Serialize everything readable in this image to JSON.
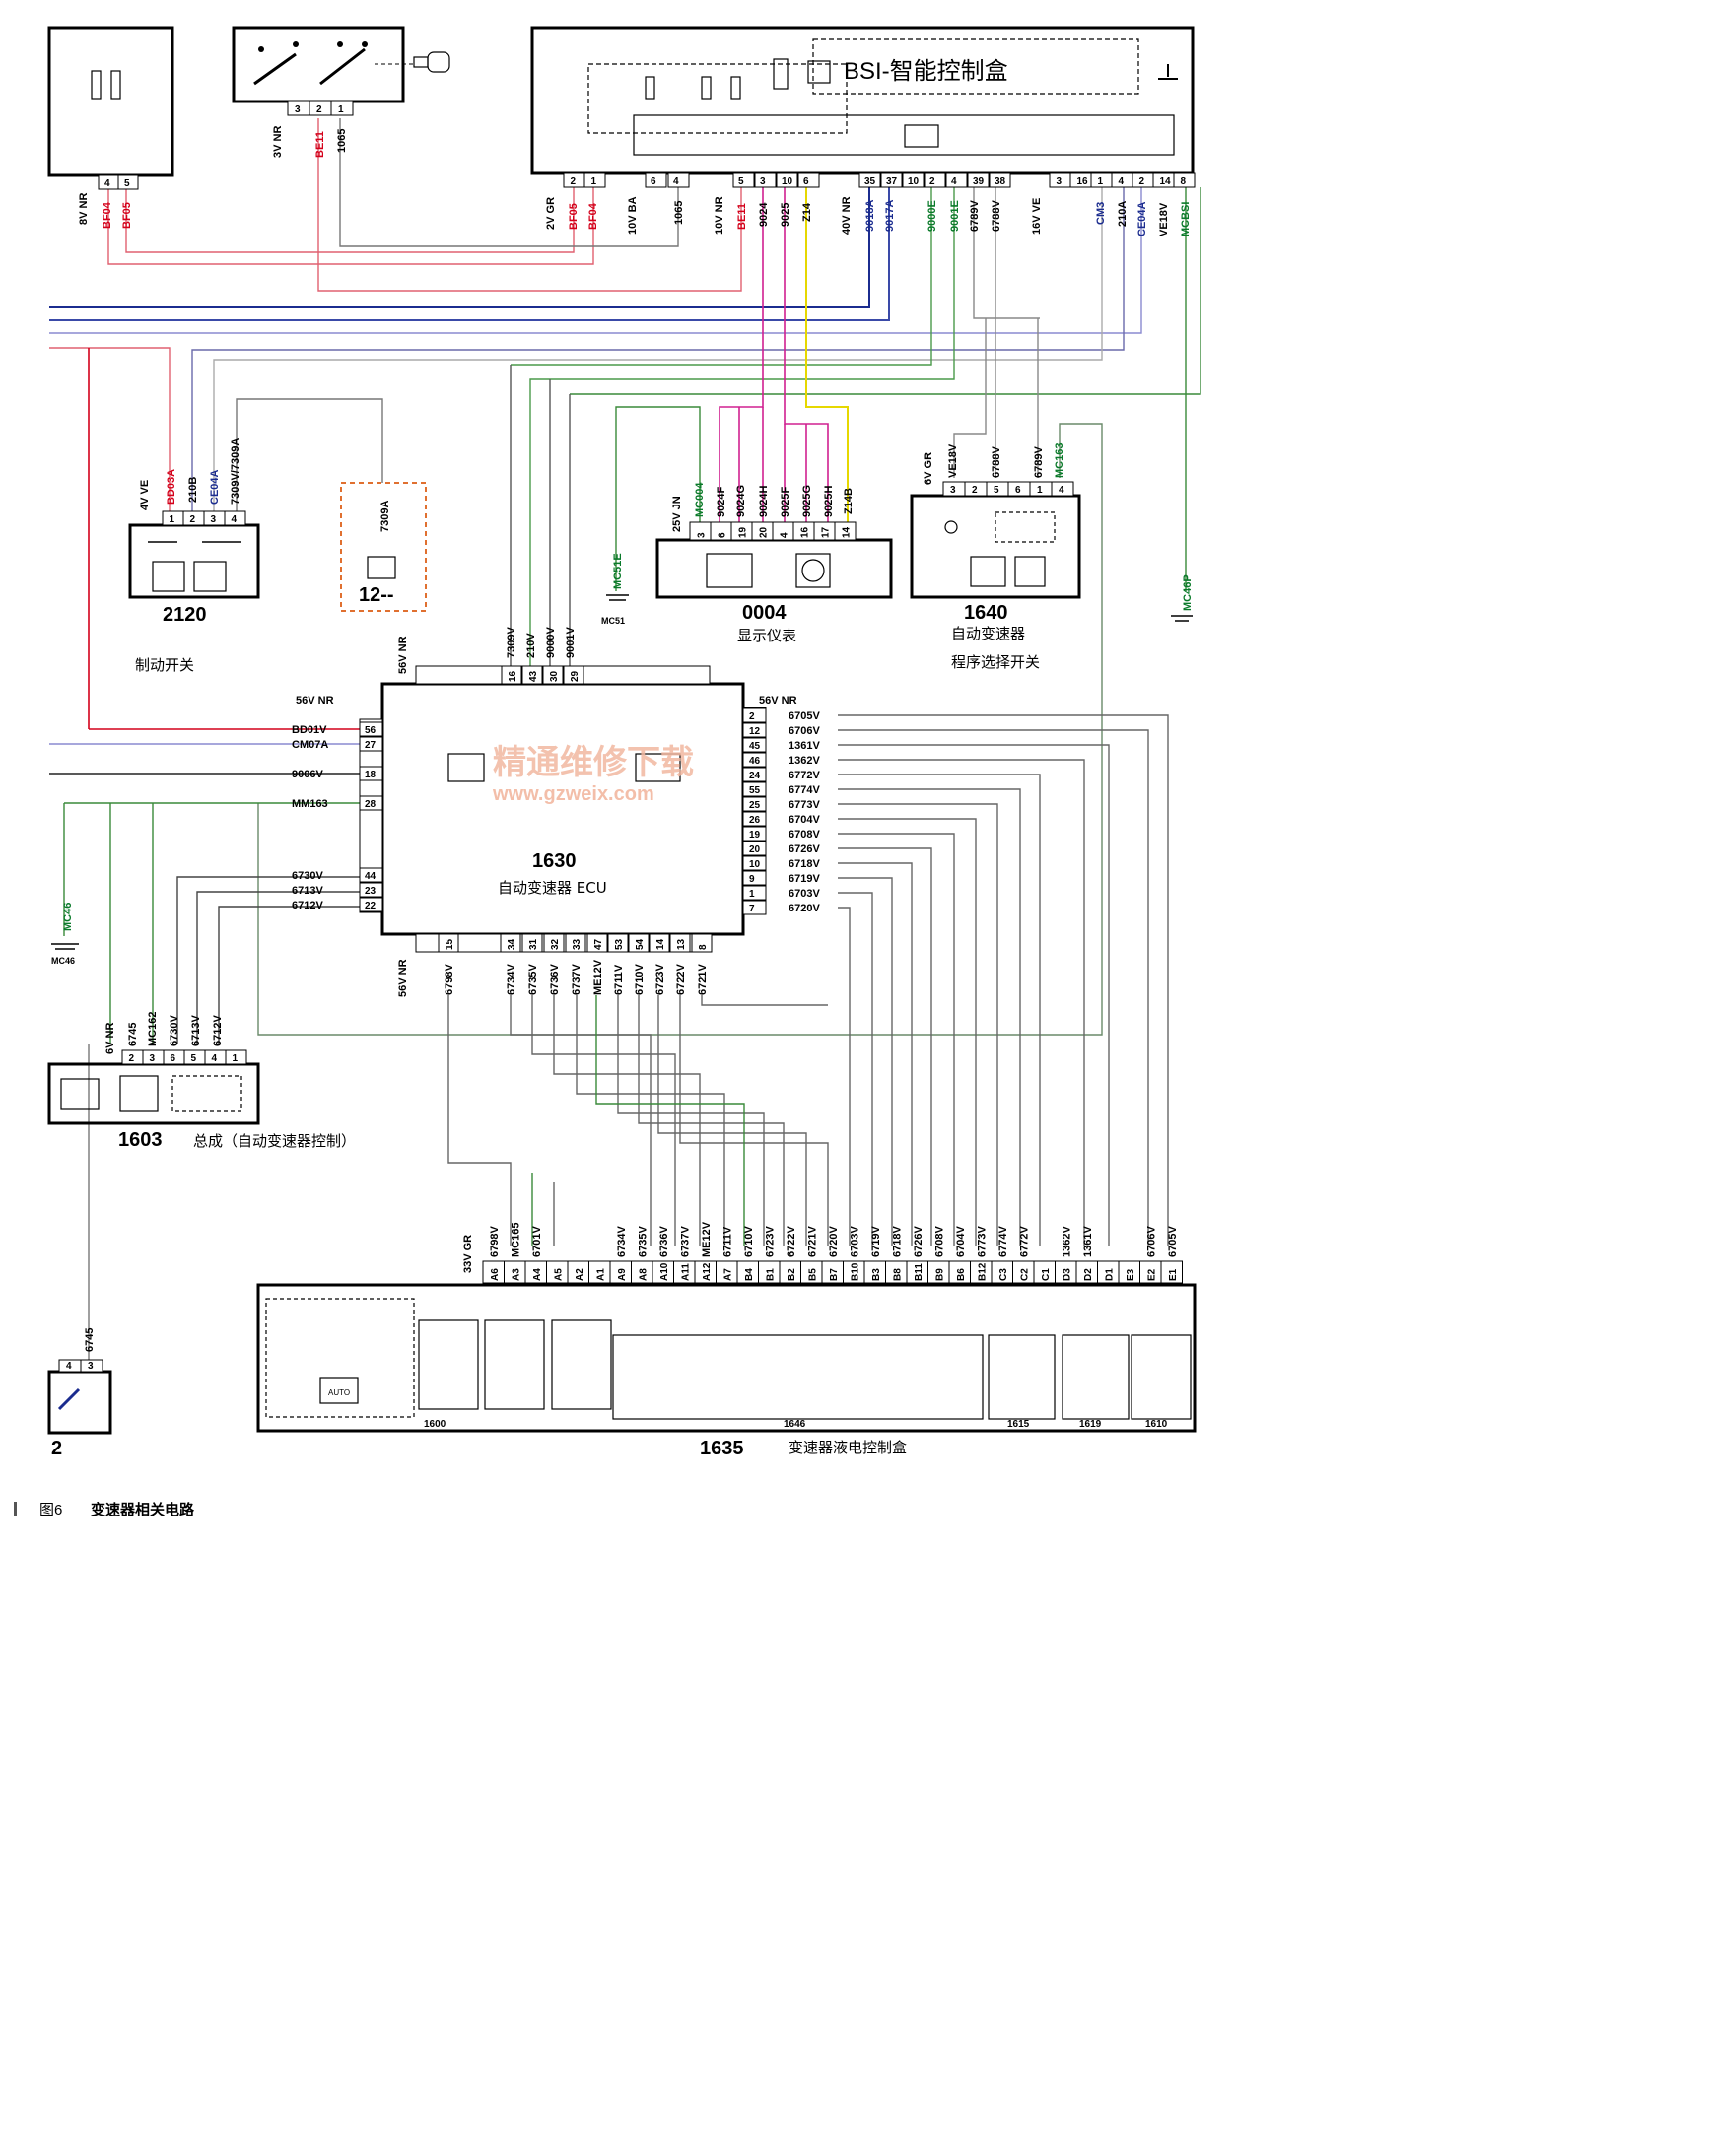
{
  "bsi": {
    "title": "BSI-智能控制盒"
  },
  "modules": {
    "m2120": {
      "code": "2120",
      "name": "制动开关"
    },
    "m12": {
      "code": "12--"
    },
    "m0004": {
      "code": "0004",
      "name": "显示仪表"
    },
    "m1640": {
      "code": "1640",
      "name_line1": "自动变速器",
      "name_line2": "程序选择开关"
    },
    "m1630": {
      "code": "1630",
      "name": "自动变速器 ECU"
    },
    "m1603": {
      "code": "1603",
      "name": "总成（自动变速器控制）"
    },
    "m1635": {
      "code": "1635",
      "name": "变速器液电控制盒"
    },
    "m2": {
      "code": "2"
    }
  },
  "connectors": {
    "c8v": "8V NR",
    "c3v": "3V NR",
    "c2v": "2V GR",
    "c10vba": "10V BA",
    "c10vnr": "10V NR",
    "c40v": "40V NR",
    "c16v": "16V VE",
    "c4v": "4V VE",
    "c25v": "25V JN",
    "c6vgr": "6V GR",
    "c56v_top": "56V NR",
    "c56v_left": "56V NR",
    "c56v_right": "56V NR",
    "c56v_bottom": "56V NR",
    "c6vnr": "6V NR",
    "c33v": "33V GR"
  },
  "watermark": {
    "line1": "精通维修下载",
    "line2": "www.gzweix.com"
  },
  "caption": {
    "figure": "图6",
    "text": "变速器相关电路"
  },
  "wires": {
    "bf04": "BF04",
    "bf05": "BF05",
    "be11": "BE11",
    "w1065": "1065",
    "w9024": "9024",
    "w9025": "9025",
    "z14": "Z14",
    "w9018a": "9018A",
    "w9017a": "9017A",
    "w9000e": "9000E",
    "w9001e": "9001E",
    "w6789v": "6789V",
    "w6788v": "6788V",
    "cm3": "CM3",
    "w210a": "210A",
    "ce04a": "CE04A",
    "ve18v": "VE18V",
    "mcbsi": "MCBSI",
    "bd03a": "BD03A",
    "w210b": "210B",
    "w7309v": "7309V/7309A",
    "w7309a": "7309A",
    "mc004": "MC004",
    "w9024f": "9024F",
    "w9024g": "9024G",
    "w9024h": "9024H",
    "w9025f": "9025F",
    "w9025g": "9025G",
    "w9025h": "9025H",
    "z14b": "Z14B",
    "mc51e": "MC51E",
    "mc51": "MC51",
    "mc163": "MC163",
    "mc46p": "MC46P",
    "mc46": "MC46",
    "mc46b": "MC46",
    "bd01v": "BD01V",
    "cm07a": "CM07A",
    "w9006v": "9006V",
    "mm163": "MM163",
    "w6730v": "6730V",
    "w6713v": "6713V",
    "w6712v": "6712V",
    "t7309v": "7309V",
    "t210v": "210V",
    "t9000v": "9000V",
    "t9001v": "9001V",
    "w6745": "6745",
    "mc162": "MC162",
    "w6745b": "6745"
  },
  "ecu_left_pins": [
    {
      "wire": "BD01V",
      "pin": "56"
    },
    {
      "wire": "CM07A",
      "pin": "27"
    },
    {
      "wire": "9006V",
      "pin": "18"
    },
    {
      "wire": "MM163",
      "pin": "28"
    },
    {
      "wire": "6730V",
      "pin": "44"
    },
    {
      "wire": "6713V",
      "pin": "23"
    },
    {
      "wire": "6712V",
      "pin": "22"
    }
  ],
  "ecu_top_pins": [
    "16",
    "43",
    "30",
    "29"
  ],
  "ecu_right_pins": [
    {
      "pin": "2",
      "wire": "6705V"
    },
    {
      "pin": "12",
      "wire": "6706V"
    },
    {
      "pin": "45",
      "wire": "1361V"
    },
    {
      "pin": "46",
      "wire": "1362V"
    },
    {
      "pin": "24",
      "wire": "6772V"
    },
    {
      "pin": "55",
      "wire": "6774V"
    },
    {
      "pin": "25",
      "wire": "6773V"
    },
    {
      "pin": "26",
      "wire": "6704V"
    },
    {
      "pin": "19",
      "wire": "6708V"
    },
    {
      "pin": "20",
      "wire": "6726V"
    },
    {
      "pin": "10",
      "wire": "6718V"
    },
    {
      "pin": "9",
      "wire": "6719V"
    },
    {
      "pin": "1",
      "wire": "6703V"
    },
    {
      "pin": "7",
      "wire": "6720V"
    }
  ],
  "ecu_bottom_pins": [
    {
      "pin": "15",
      "wire": "6798V"
    },
    {
      "pin": "34",
      "wire": "6734V"
    },
    {
      "pin": "31",
      "wire": "6735V"
    },
    {
      "pin": "32",
      "wire": "6736V"
    },
    {
      "pin": "33",
      "wire": "6737V"
    },
    {
      "pin": "47",
      "wire": "ME12V"
    },
    {
      "pin": "53",
      "wire": "6711V"
    },
    {
      "pin": "54",
      "wire": "6710V"
    },
    {
      "pin": "14",
      "wire": "6723V"
    },
    {
      "pin": "13",
      "wire": "6722V"
    },
    {
      "pin": "8",
      "wire": "6721V"
    }
  ],
  "bsi_pins_left": [
    "2",
    "1"
  ],
  "bsi_pins_mid": [
    "6",
    "4",
    "5",
    "3",
    "10",
    "6",
    "35",
    "37",
    "10",
    "2",
    "4",
    "39",
    "38"
  ],
  "bsi_pins_right": [
    "3",
    "16",
    "1",
    "4",
    "2",
    "14",
    "8"
  ],
  "m2120_pins": [
    "1",
    "2",
    "3",
    "4"
  ],
  "m0004_pins": [
    "3",
    "6",
    "19",
    "20",
    "4",
    "16",
    "17",
    "14"
  ],
  "m1640_pins": [
    "3",
    "2",
    "5",
    "6",
    "1",
    "4"
  ],
  "m1603_pins": [
    "2",
    "3",
    "6",
    "5",
    "4",
    "1"
  ],
  "m1603_wires": [
    "6745",
    "MC162",
    "6730V",
    "6713V",
    "6712V"
  ],
  "m3v_pins": [
    "3",
    "2",
    "1"
  ],
  "m8v_pins": [
    "4",
    "5"
  ],
  "m2_pins": [
    "4",
    "3"
  ],
  "m1635_pins": [
    {
      "pin": "A6",
      "wire": "6798V"
    },
    {
      "pin": "A3",
      "wire": "MC165"
    },
    {
      "pin": "A4",
      "wire": "6701V"
    },
    {
      "pin": "A5",
      "wire": ""
    },
    {
      "pin": "A2",
      "wire": ""
    },
    {
      "pin": "A1",
      "wire": ""
    },
    {
      "pin": "A9",
      "wire": "6734V"
    },
    {
      "pin": "A8",
      "wire": "6735V"
    },
    {
      "pin": "A10",
      "wire": "6736V"
    },
    {
      "pin": "A11",
      "wire": "6737V"
    },
    {
      "pin": "A12",
      "wire": "ME12V"
    },
    {
      "pin": "A7",
      "wire": "6711V"
    },
    {
      "pin": "B4",
      "wire": "6710V"
    },
    {
      "pin": "B1",
      "wire": "6723V"
    },
    {
      "pin": "B2",
      "wire": "6722V"
    },
    {
      "pin": "B5",
      "wire": "6721V"
    },
    {
      "pin": "B7",
      "wire": "6720V"
    },
    {
      "pin": "B10",
      "wire": "6703V"
    },
    {
      "pin": "B3",
      "wire": "6719V"
    },
    {
      "pin": "B8",
      "wire": "6718V"
    },
    {
      "pin": "B11",
      "wire": "6726V"
    },
    {
      "pin": "B9",
      "wire": "6708V"
    },
    {
      "pin": "B6",
      "wire": "6704V"
    },
    {
      "pin": "B12",
      "wire": "6773V"
    },
    {
      "pin": "C3",
      "wire": "6774V"
    },
    {
      "pin": "C2",
      "wire": "6772V"
    },
    {
      "pin": "C1",
      "wire": ""
    },
    {
      "pin": "D3",
      "wire": "1362V"
    },
    {
      "pin": "D2",
      "wire": "1361V"
    },
    {
      "pin": "D1",
      "wire": ""
    },
    {
      "pin": "E3",
      "wire": ""
    },
    {
      "pin": "E2",
      "wire": "6706V"
    },
    {
      "pin": "E1",
      "wire": "6705V"
    }
  ],
  "m1635_sub": {
    "s1600": "1600",
    "s1646": "1646",
    "s1615": "1615",
    "s1619": "1619",
    "s1610": "1610",
    "auto": "AUTO"
  }
}
